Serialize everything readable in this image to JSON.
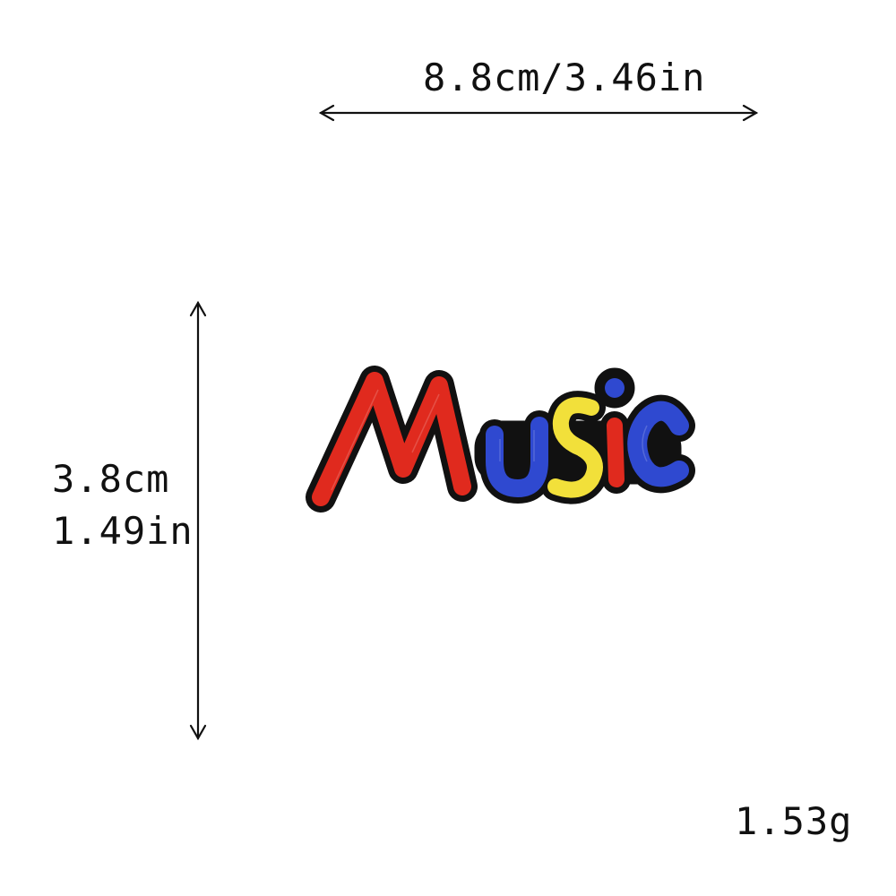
{
  "dimensions": {
    "width_label": "8.8cm/3.46in",
    "height_cm_label": "3.8cm",
    "height_in_label": "1.49in",
    "weight_label": "1.53g"
  },
  "product": {
    "patch_text": "MUSIC",
    "patch_letter_colors": {
      "M": "#e02a1e",
      "U": "#2f49d0",
      "S": "#f2e03a",
      "I": "#e02a1e",
      "C": "#2f49d0"
    },
    "outline_color": "#111111"
  },
  "colors": {
    "background": "#ffffff",
    "text": "#111111",
    "arrow": "#111111"
  }
}
